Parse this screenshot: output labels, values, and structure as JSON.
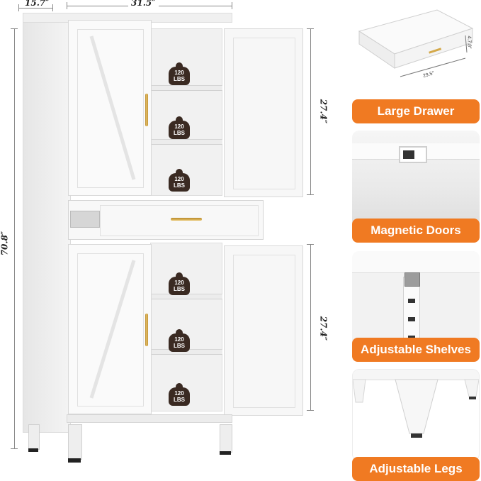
{
  "dimensions": {
    "depth": "15.7″",
    "width": "31.5″",
    "height": "70.8″",
    "upper_height": "27.4″",
    "lower_height": "27.4″"
  },
  "drawer_dims": {
    "length": "29.5″",
    "depth": "4.7.8″"
  },
  "load_badge": {
    "value": "120",
    "unit": "LBS"
  },
  "features": [
    {
      "label": "Large Drawer"
    },
    {
      "label": "Magnetic Doors"
    },
    {
      "label": "Adjustable Shelves"
    },
    {
      "label": "Adjustable Legs"
    }
  ],
  "colors": {
    "accent": "#f07a22",
    "badge": "#3a2a22",
    "cabinet": "#f5f5f5",
    "handle": "#d4a94a"
  }
}
